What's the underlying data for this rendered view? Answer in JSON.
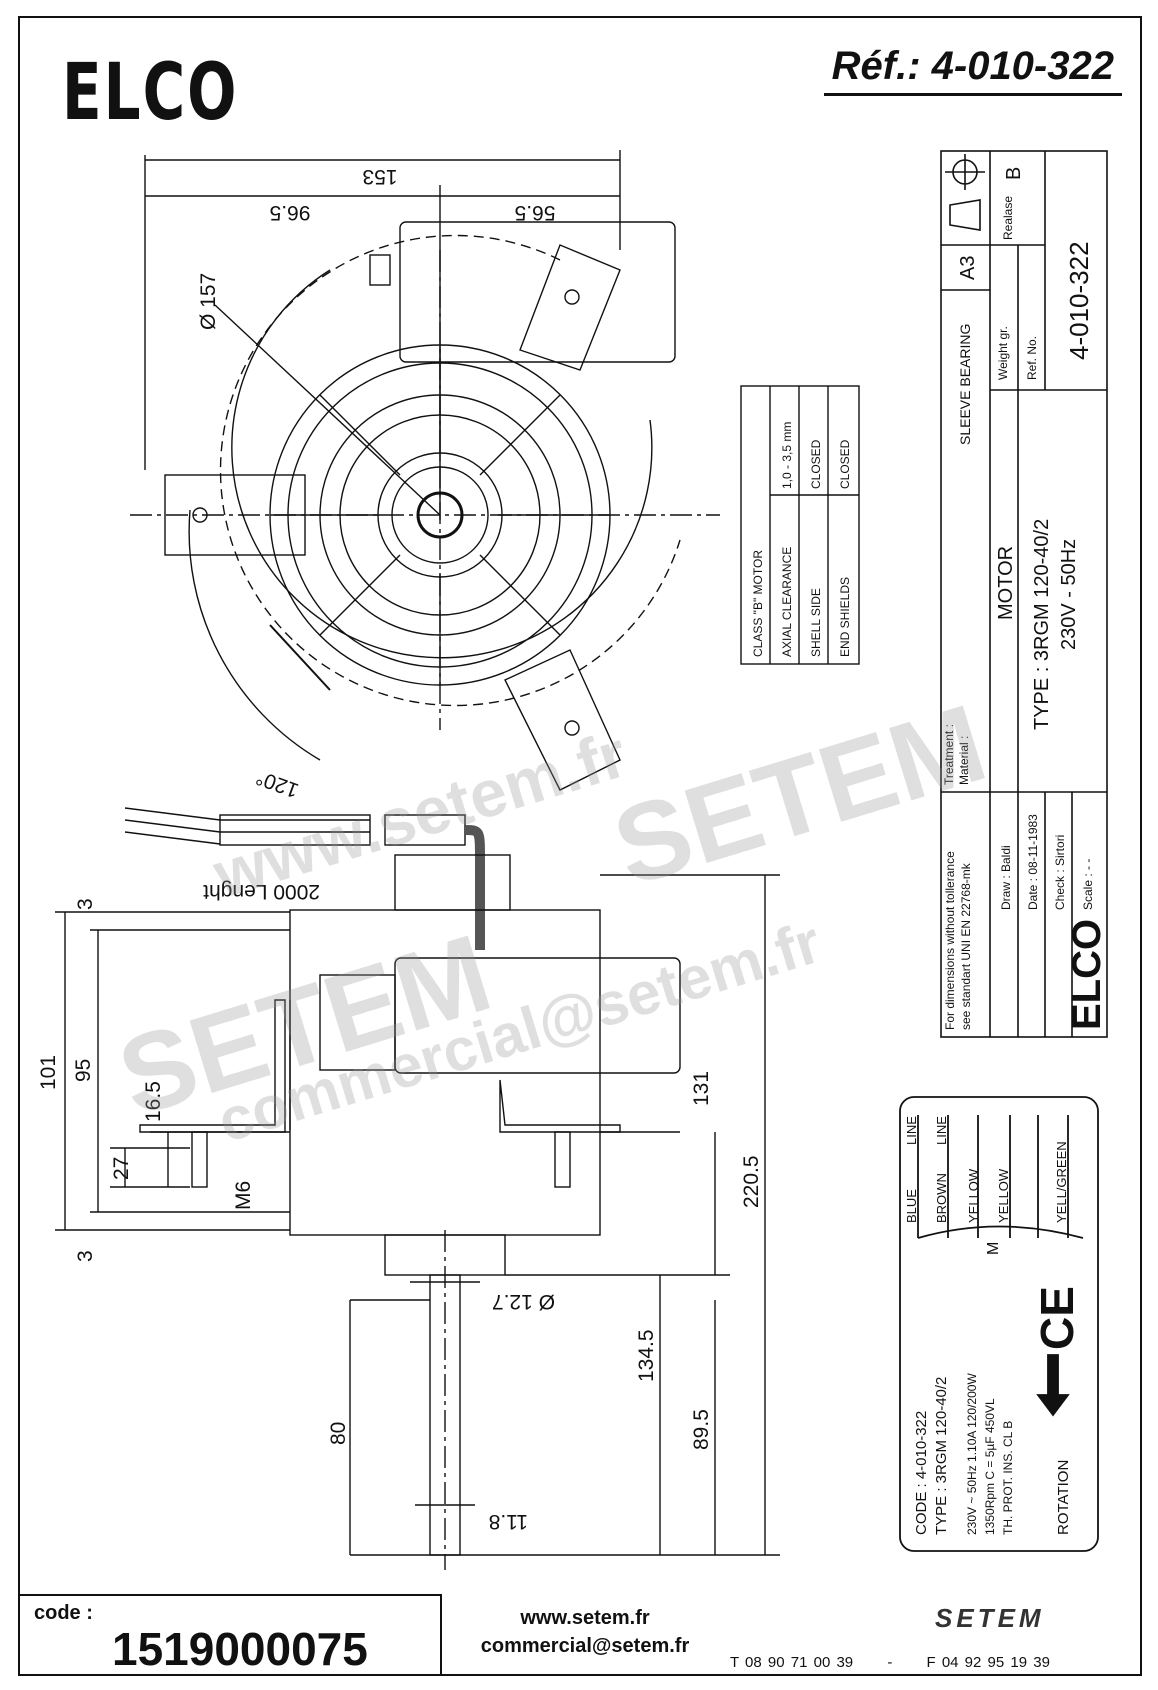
{
  "header": {
    "brand": "ELCO",
    "reference": "Réf.: 4-010-322"
  },
  "top_view": {
    "dim_total": "153",
    "dim_left": "96.5",
    "dim_right": "56.5",
    "diameter": "Ø 157",
    "angle": "120°"
  },
  "spec_box": {
    "rows": [
      {
        "label": "CLASS \"B\" MOTOR",
        "value": ""
      },
      {
        "label": "AXIAL CLEARANCE",
        "value": "1,0 - 3,5 mm"
      },
      {
        "label": "SHELL SIDE",
        "value": "CLOSED"
      },
      {
        "label": "END SHIELDS",
        "value": "CLOSED"
      }
    ]
  },
  "side_view": {
    "cable": "2000 Lenght",
    "dim_3_top": "3",
    "dim_101": "101",
    "dim_95": "95",
    "dim_16_5": "16.5",
    "dim_27": "27",
    "thread": "M6",
    "dim_3_bottom": "3",
    "dim_131": "131",
    "dim_220_5": "220.5",
    "shaft_diameter": "Ø 12.7",
    "dim_134_5": "134.5",
    "dim_89_5": "89.5",
    "dim_80": "80",
    "dim_11_8": "11.8"
  },
  "title_block": {
    "bearing": "SLEEVE  BEARING",
    "format": "A3",
    "release_label": "Realase",
    "release": "B",
    "weight_label": "Weight gr.",
    "ref_label": "Ref. No.",
    "ref_no": "4-010-322",
    "treatment_label": "Treatment :",
    "material_label": "Material :",
    "name": "MOTOR",
    "type": "TYPE : 3RGM 120-40/2",
    "voltage": "230V  -  50Hz",
    "draw": "Draw :  Baldi",
    "date": "Date :  08-11-1983",
    "check": "Check :  Sirtori",
    "scale": "Scale :  - -",
    "tolerance_line1": "For dimensions without tollerance",
    "tolerance_line2": "see standart UNI EN 22768-mk",
    "logo": "ELCO"
  },
  "nameplate": {
    "code": "CODE :  4-010-322",
    "type": "TYPE :  3RGM 120-40/2",
    "line1": "230V ~   50Hz   1.10A   120/200W",
    "line2": "1350Rpm   C = 5µF 450VL",
    "line3": "TH. PROT.   INS. CL B",
    "rotation": "ROTATION",
    "ce": "CE",
    "wires": [
      "BLUE",
      "LINE",
      "BROWN",
      "LINE",
      "YELLOW",
      "YELLOW",
      "YELL/GREEN"
    ],
    "motor_symbol": "M"
  },
  "footer": {
    "code_label": "code :",
    "code_value": "1519000075",
    "website": "www.setem.fr",
    "email": "commercial@setem.fr",
    "phone": "T 08 90 71 00 39",
    "separator": "-",
    "fax": "F 04 92 95 19 39",
    "logo": "SETEM"
  },
  "watermarks": [
    "www.setem.fr",
    "SETEM",
    "SETEM",
    "commercial@setem.fr"
  ]
}
